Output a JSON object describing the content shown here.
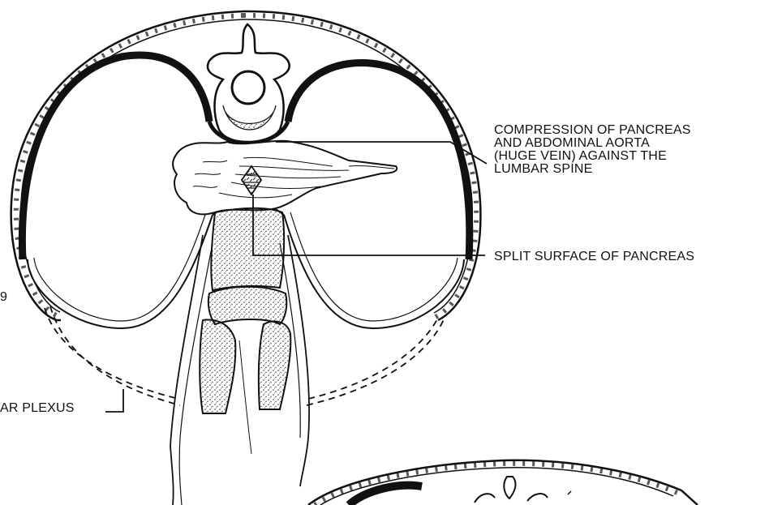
{
  "labels": {
    "compression": [
      "COMPRESSION OF PANCREAS",
      "AND ABDOMINAL AORTA",
      "(HUGE VEIN) AGAINST THE",
      "LUMBAR SPINE"
    ],
    "split_surface": "SPLIT SURFACE OF PANCREAS",
    "plexus_fragment": "AR PLEXUS",
    "left_edge_fragment": "9"
  },
  "colors": {
    "ink": "#111111",
    "paper": "#ffffff",
    "stipple": "#333333"
  }
}
